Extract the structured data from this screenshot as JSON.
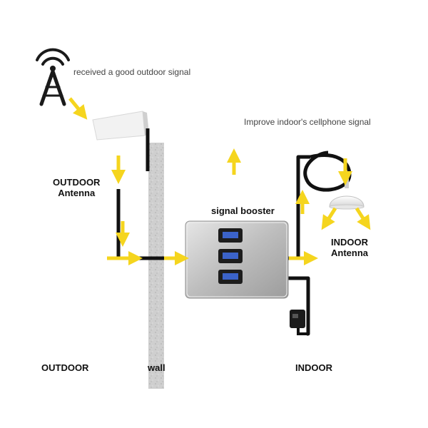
{
  "labels": {
    "received_signal": "received a good outdoor signal",
    "improve_signal": "Improve indoor's cellphone signal",
    "signal_booster": "signal booster",
    "outdoor_antenna_line1": "OUTDOOR",
    "outdoor_antenna_line2": "Antenna",
    "indoor_antenna_line1": "INDOOR",
    "indoor_antenna_line2": "Antenna",
    "outdoor": "OUTDOOR",
    "wall": "wall",
    "indoor": "INDOOR"
  },
  "colors": {
    "arrow": "#F5D51E",
    "cable": "#111111",
    "wall": "#C9C9C9",
    "booster_body": "#BDBDBD",
    "tower": "#1a1a1a"
  },
  "icons": [
    "cell-tower-icon",
    "outdoor-antenna-icon",
    "signal-booster-icon",
    "indoor-dome-antenna-icon",
    "power-adapter-icon"
  ]
}
